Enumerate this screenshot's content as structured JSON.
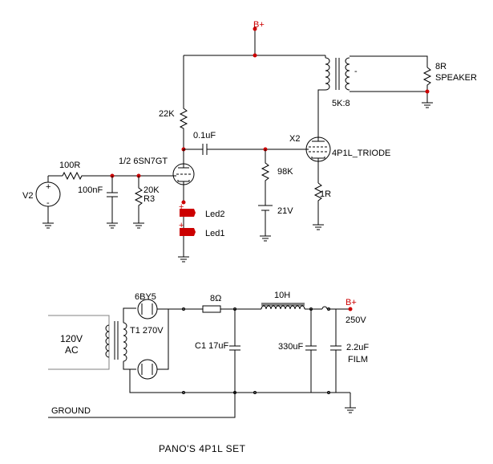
{
  "title": "PANO'S 4P1L SET",
  "colors": {
    "wire": "#000000",
    "junction": "#cc0000",
    "led": "#cc0000",
    "supply_label": "#cc0000"
  },
  "amp": {
    "supply_top": "B+",
    "source_name": "V2",
    "source_plus": "+",
    "source_minus": "-",
    "r_series": "100R",
    "c_input": "100nF",
    "r_grid_value": "20K",
    "r_grid_name": "R3",
    "driver_tube": "1/2 6SN7GT",
    "r_plate": "22K",
    "c_coupling": "0.1uF",
    "r_grid_out": "98K",
    "batt_bias": "21V",
    "output_tube_ref": "X2",
    "output_tube": "4P1L_TRIODE",
    "r_cathode": "1R",
    "led_plus": "+",
    "led1": "Led1",
    "led2": "Led2",
    "xfmr_ratio": "5K:8",
    "load_value": "8R",
    "load_name": "SPEAKER"
  },
  "psu": {
    "mains": "120V",
    "mains_unit": "AC",
    "xfmr": "T1 270V",
    "rectifier": "6BY5",
    "r_series": "8Ω",
    "choke": "10H",
    "c1": "C1 17uF",
    "c2": "330uF",
    "c3_value": "2.2uF",
    "c3_type": "FILM",
    "supply_label": "B+",
    "supply_voltage": "250V",
    "ground": "GROUND"
  }
}
